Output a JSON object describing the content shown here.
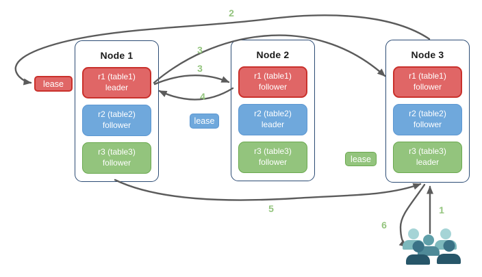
{
  "nodes": [
    {
      "title": "Node 1",
      "replicas": [
        {
          "name": "r1 (table1)",
          "role": "leader"
        },
        {
          "name": "r2 (table2)",
          "role": "follower"
        },
        {
          "name": "r3 (table3)",
          "role": "follower"
        }
      ]
    },
    {
      "title": "Node 2",
      "replicas": [
        {
          "name": "r1 (table1)",
          "role": "follower"
        },
        {
          "name": "r2 (table2)",
          "role": "leader"
        },
        {
          "name": "r3 (table3)",
          "role": "follower"
        }
      ]
    },
    {
      "title": "Node 3",
      "replicas": [
        {
          "name": "r1 (table1)",
          "role": "follower"
        },
        {
          "name": "r2 (table2)",
          "role": "follower"
        },
        {
          "name": "r3 (table3)",
          "role": "leader"
        }
      ]
    }
  ],
  "leases": {
    "table1": "lease",
    "table2": "lease",
    "table3": "lease"
  },
  "steps": {
    "s1": "1",
    "s2": "2",
    "s3a": "3",
    "s3b": "3",
    "s4": "4",
    "s5": "5",
    "s6": "6"
  },
  "colors": {
    "red_fill": "#e06666",
    "red_border": "#c9302b",
    "blue_fill": "#6fa8dc",
    "blue_border": "#5b96d1",
    "green_fill": "#93c47d",
    "green_border": "#6aa84f",
    "node_border": "#2a4a73",
    "arrow": "#5b5b5b",
    "step_green": "#93c47d"
  }
}
